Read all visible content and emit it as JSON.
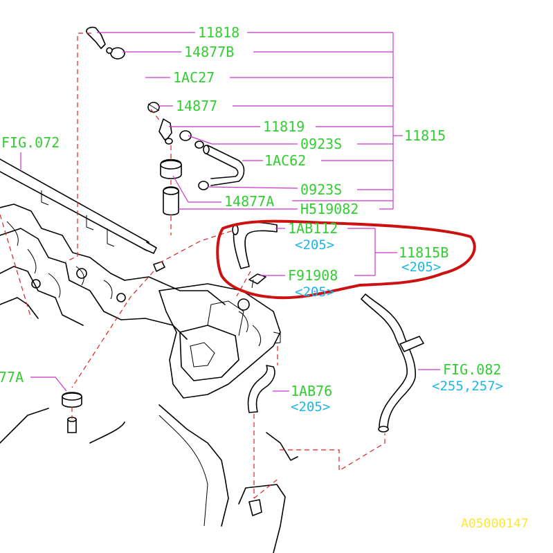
{
  "colors": {
    "label": "#33cc33",
    "reference": "#1ab6e6",
    "leader": "#cc33cc",
    "dashed": "#dd2222",
    "highlight": "#cc1111",
    "code": "#ffe633"
  },
  "labels": {
    "p11818": "11818",
    "p14877B": "14877B",
    "p1AC27": "1AC27",
    "p14877": "14877",
    "p11819": "11819",
    "p0923S_a": "0923S",
    "p11815": "11815",
    "p1AC62": "1AC62",
    "p0923S_b": "0923S",
    "p14877A": "14877A",
    "pH519082": "H519082",
    "p1AB112": "1AB112",
    "p11815B": "11815B",
    "pF91908": "F91908",
    "p1AB76": "1AB76",
    "pFIG082": "FIG.082",
    "pFIG072": "FIG.072",
    "p77A": "77A"
  },
  "references": {
    "r1AB112": "<205>",
    "r11815B": "<205>",
    "rF91908": "<205>",
    "r1AB76": "<205>",
    "rFIG082": "<255,257>"
  },
  "image_code": "A05000147"
}
